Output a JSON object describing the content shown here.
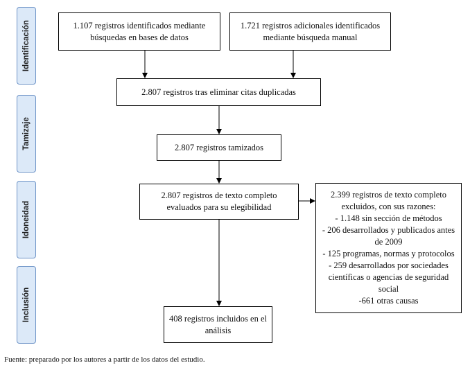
{
  "stages": {
    "identification": "Identificación",
    "screening": "Tamizaje",
    "eligibility": "Idoneidad",
    "inclusion": "Inclusión"
  },
  "boxes": {
    "db_search": "1.107 registros identificados mediante\nbúsquedas en bases de datos",
    "manual_search": "1.721 registros adicionales identificados\nmediante búsqueda manual",
    "deduplicated": "2.807 registros tras eliminar citas duplicadas",
    "screened": "2.807 registros tamizados",
    "fulltext_assessed": "2.807 registros de texto completo\nevaluados para su elegibilidad",
    "excluded": "2.399 registros de texto completo\nexcluidos, con sus razones:\n- 1.148 sin sección de métodos\n- 206 desarrollados y publicados antes\nde 2009\n- 125 programas, normas y protocolos\n- 259 desarrollados por sociedades\ncientíficas o agencias de seguridad\nsocial\n-661 otras causas",
    "included": "408 registros incluidos en el\nanálisis"
  },
  "source_note": "Fuente: preparado por los autores a partir de los datos del estudio."
}
